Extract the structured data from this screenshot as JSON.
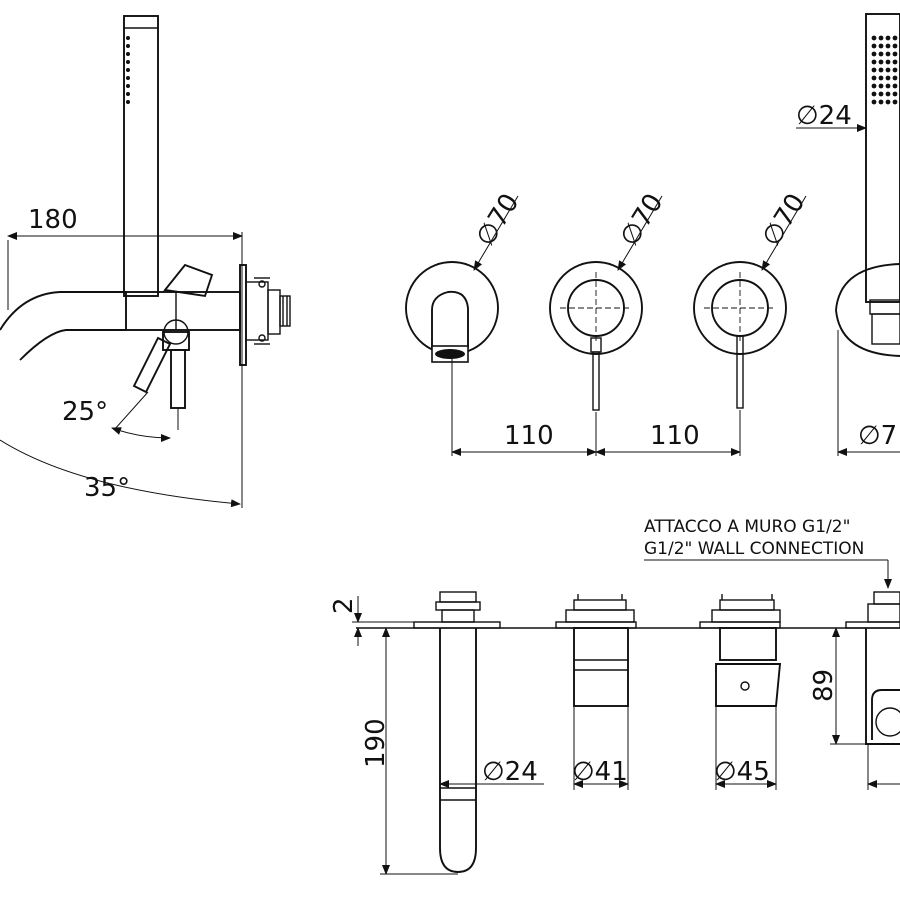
{
  "side_view": {
    "dim_length": "180",
    "angle_small": "25°",
    "angle_large": "35°"
  },
  "front_view": {
    "dia_spout": "∅70",
    "dia_mixer": "∅70",
    "dia_diverter": "∅70",
    "dia_shower_rose": "∅7",
    "dia_handshower": "∅24",
    "spacing_left": "110",
    "spacing_right": "110"
  },
  "section_view": {
    "note_it": "ATTACCO A MURO G1/2\"",
    "note_en": "G1/2\" WALL CONNECTION",
    "dim_plate": "2",
    "dim_spout_depth": "190",
    "dim_holder_depth": "89",
    "dia_spout_body": "∅24",
    "dia_mixer_body": "∅41",
    "dia_diverter_body": "∅45"
  }
}
